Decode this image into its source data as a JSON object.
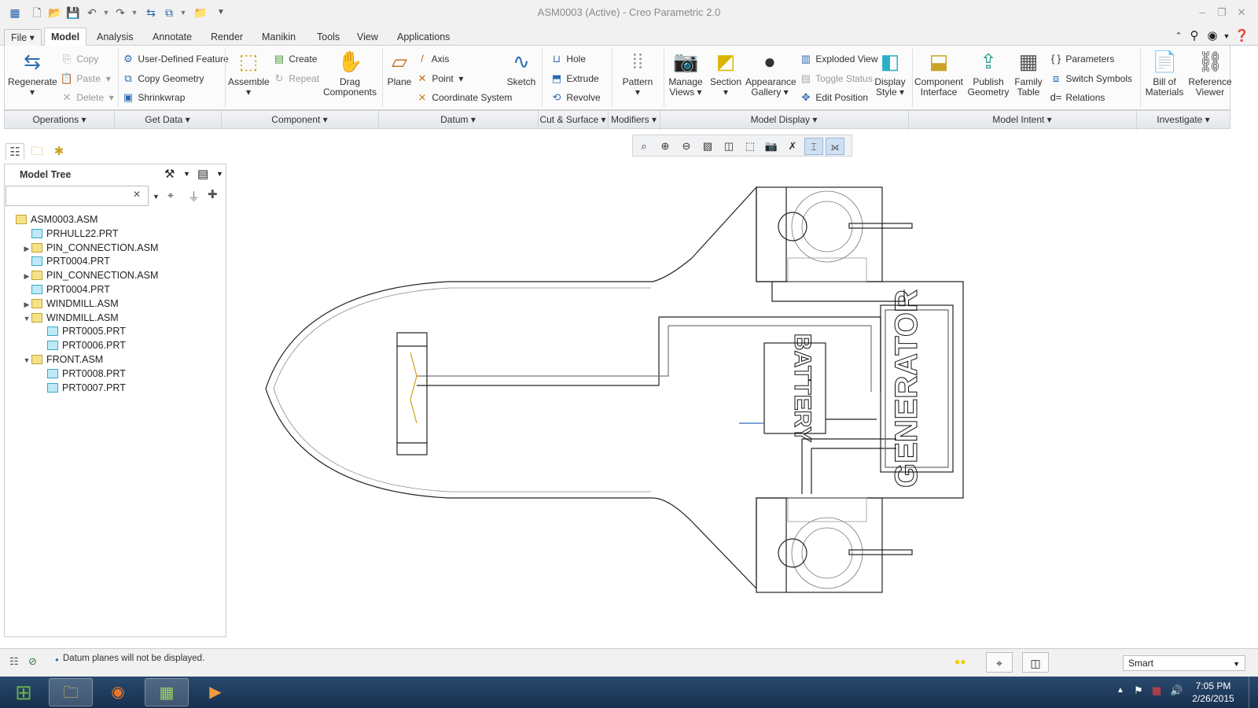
{
  "window": {
    "title": "ASM0003 (Active) - Creo Parametric 2.0"
  },
  "tabs": [
    "File",
    "Model",
    "Analysis",
    "Annotate",
    "Render",
    "Manikin",
    "Tools",
    "View",
    "Applications"
  ],
  "ribbon": {
    "regenerate": "Regenerate",
    "copy": "Copy",
    "paste": "Paste",
    "delete": "Delete",
    "user_defined_feature": "User-Defined Feature",
    "copy_geometry": "Copy Geometry",
    "shrinkwrap": "Shrinkwrap",
    "assemble": "Assemble",
    "create": "Create",
    "repeat": "Repeat",
    "drag_components_1": "Drag",
    "drag_components_2": "Components",
    "plane": "Plane",
    "axis": "Axis",
    "point": "Point",
    "coordinate_system": "Coordinate System",
    "sketch": "Sketch",
    "hole": "Hole",
    "extrude": "Extrude",
    "revolve": "Revolve",
    "pattern": "Pattern",
    "manage_views_1": "Manage",
    "manage_views_2": "Views",
    "section": "Section",
    "appearance_gallery_1": "Appearance",
    "appearance_gallery_2": "Gallery",
    "exploded_view": "Exploded View",
    "toggle_status": "Toggle Status",
    "edit_position": "Edit Position",
    "display_style_1": "Display",
    "display_style_2": "Style",
    "component_interface_1": "Component",
    "component_interface_2": "Interface",
    "publish_geometry_1": "Publish",
    "publish_geometry_2": "Geometry",
    "family_table_1": "Family",
    "family_table_2": "Table",
    "parameters": "Parameters",
    "switch_symbols": "Switch Symbols",
    "relations": "Relations",
    "bill_of_materials_1": "Bill of",
    "bill_of_materials_2": "Materials",
    "reference_viewer_1": "Reference",
    "reference_viewer_2": "Viewer"
  },
  "groups": [
    "Operations",
    "Get Data",
    "Component",
    "Datum",
    "Cut & Surface",
    "Modifiers",
    "Model Display",
    "Model Intent",
    "Investigate"
  ],
  "model_tree": {
    "title": "Model Tree",
    "search_value": "",
    "items": [
      {
        "label": "ASM0003.ASM",
        "type": "asm",
        "level": 0,
        "expander": ""
      },
      {
        "label": "PRHULL22.PRT",
        "type": "prt",
        "level": 1,
        "expander": ""
      },
      {
        "label": "PIN_CONNECTION.ASM",
        "type": "asm",
        "level": 1,
        "expander": "▶"
      },
      {
        "label": "PRT0004.PRT",
        "type": "prt",
        "level": 1,
        "expander": ""
      },
      {
        "label": "PIN_CONNECTION.ASM",
        "type": "asm",
        "level": 1,
        "expander": "▶"
      },
      {
        "label": "PRT0004.PRT",
        "type": "prt",
        "level": 1,
        "expander": ""
      },
      {
        "label": "WINDMILL.ASM",
        "type": "asm",
        "level": 1,
        "expander": "▶"
      },
      {
        "label": "WINDMILL.ASM",
        "type": "asm",
        "level": 1,
        "expander": "▼"
      },
      {
        "label": "PRT0005.PRT",
        "type": "prt",
        "level": 2,
        "expander": ""
      },
      {
        "label": "PRT0006.PRT",
        "type": "prt",
        "level": 2,
        "expander": ""
      },
      {
        "label": "FRONT.ASM",
        "type": "asm",
        "level": 1,
        "expander": "▼"
      },
      {
        "label": "PRT0008.PRT",
        "type": "prt",
        "level": 2,
        "expander": ""
      },
      {
        "label": "PRT0007.PRT",
        "type": "prt",
        "level": 2,
        "expander": ""
      }
    ]
  },
  "model": {
    "battery_label": "BATTERY",
    "generator_label": "GENERATOR"
  },
  "status": {
    "message": "Datum planes will not be displayed.",
    "filter": "Smart"
  },
  "taskbar": {
    "time": "7:05 PM",
    "date": "2/26/2015"
  }
}
